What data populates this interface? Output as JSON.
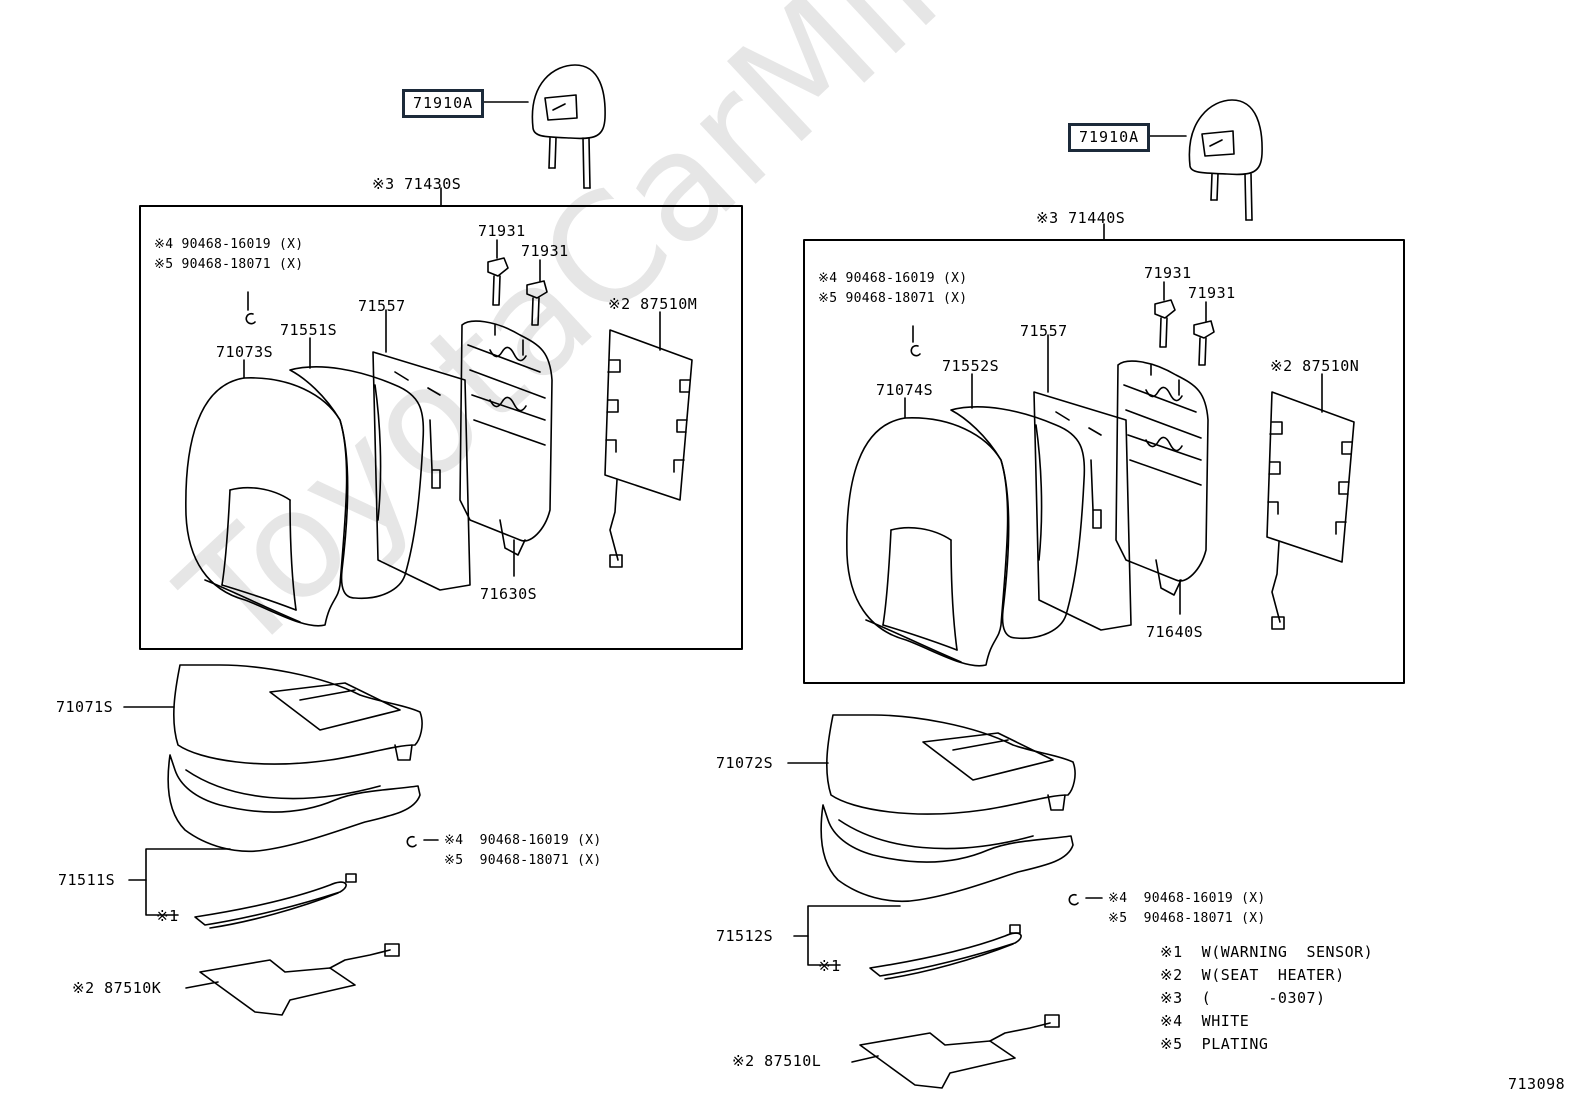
{
  "watermark": "ToyotaCarMine.ru",
  "diagram_id": "713098",
  "left_assembly": {
    "headrest": "71910A",
    "back_assy": "※3 71430S",
    "clip_4": "※4 90468-16019 (X)",
    "clip_5": "※5 90468-18071 (X)",
    "guide_a": "71931",
    "guide_b": "71931",
    "board": "71557",
    "pad": "71551S",
    "cover": "71073S",
    "heater": "※2 87510M",
    "frame": "71630S",
    "cushion_cover": "71071S",
    "cushion_assy": "71511S",
    "sensor": "※1",
    "cushion_clip_4": "※4  90468-16019 (X)",
    "cushion_clip_5": "※5  90468-18071 (X)",
    "cushion_heater": "※2 87510K"
  },
  "right_assembly": {
    "headrest": "71910A",
    "back_assy": "※3 71440S",
    "clip_4": "※4 90468-16019 (X)",
    "clip_5": "※5 90468-18071 (X)",
    "guide_a": "71931",
    "guide_b": "71931",
    "board": "71557",
    "pad": "71552S",
    "cover": "71074S",
    "heater": "※2 87510N",
    "frame": "71640S",
    "cushion_cover": "71072S",
    "cushion_assy": "71512S",
    "sensor": "※1",
    "cushion_clip_4": "※4  90468-16019 (X)",
    "cushion_clip_5": "※5  90468-18071 (X)",
    "cushion_heater": "※2 87510L"
  },
  "legend": [
    "※1  W(WARNING  SENSOR)",
    "※2  W(SEAT  HEATER)",
    "※3  (      -0307)",
    "※4  WHITE",
    "※5  PLATING"
  ]
}
